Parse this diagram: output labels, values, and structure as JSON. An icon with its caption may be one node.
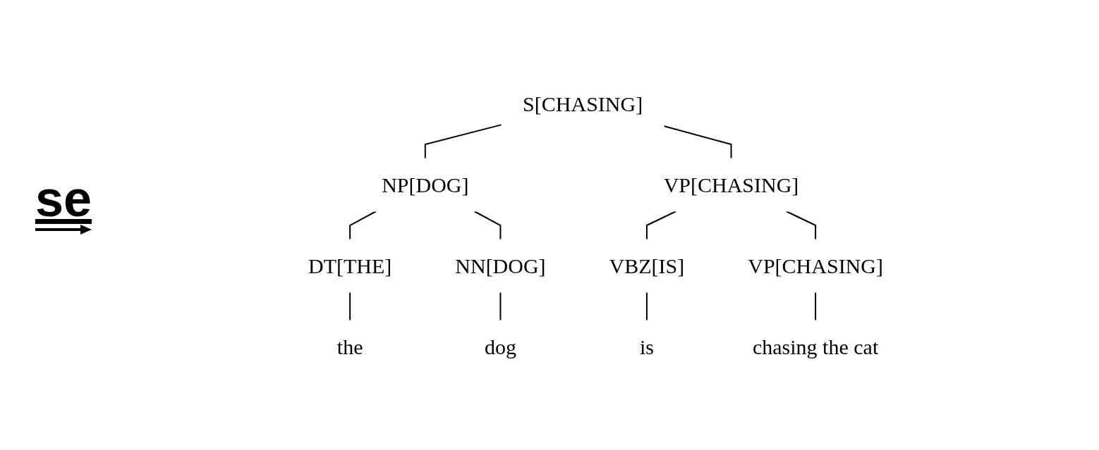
{
  "diagram": {
    "nodes": [
      {
        "text": [
          "S[CHASING]"
        ]
      },
      {
        "text": [
          "NP[DOG]"
        ]
      },
      {
        "text": [
          "VP[CHASING]"
        ]
      },
      {
        "text": [
          "DT[THE]"
        ]
      },
      {
        "text": [
          "NN[DOG]"
        ]
      },
      {
        "text": [
          "VBZ[IS]"
        ]
      },
      {
        "text": [
          "VP[CHASING]"
        ]
      },
      {
        "text": [
          "the"
        ]
      },
      {
        "text": [
          "dog"
        ]
      },
      {
        "text": [
          "is"
        ]
      },
      {
        "text": [
          "chasing the cat"
        ]
      }
    ],
    "edges": [
      {
        "from": 0,
        "to": 1,
        "arrow": "none"
      },
      {
        "from": 0,
        "to": 2,
        "arrow": "none"
      },
      {
        "from": 1,
        "to": 3,
        "arrow": "none"
      },
      {
        "from": 1,
        "to": 4,
        "arrow": "none"
      },
      {
        "from": 2,
        "to": 5,
        "arrow": "none"
      },
      {
        "from": 2,
        "to": 6,
        "arrow": "none"
      },
      {
        "from": 3,
        "to": 7,
        "arrow": "none"
      },
      {
        "from": 4,
        "to": 8,
        "arrow": "none"
      },
      {
        "from": 5,
        "to": 9,
        "arrow": "none"
      },
      {
        "from": 6,
        "to": 10,
        "arrow": "none"
      }
    ],
    "labels": [
      "se"
    ]
  }
}
